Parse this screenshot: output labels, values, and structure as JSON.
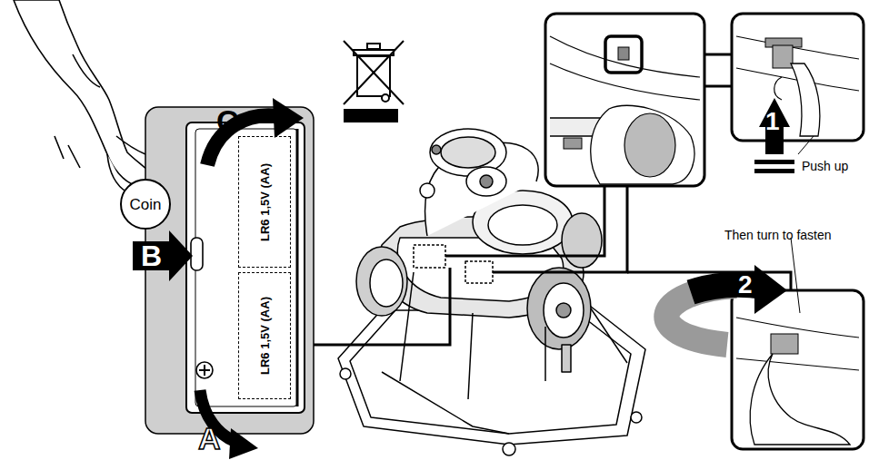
{
  "diagram": {
    "nodes": [
      {
        "text": [
          "Coin"
        ]
      },
      {
        "text": [
          "LR6 1,5V (AA)"
        ]
      },
      {
        "text": [
          "LR6 1,5V (AA)"
        ]
      }
    ],
    "labels": [
      "C",
      "B",
      "A",
      "1",
      "Push up",
      "Then turn to fasten",
      "2"
    ]
  }
}
